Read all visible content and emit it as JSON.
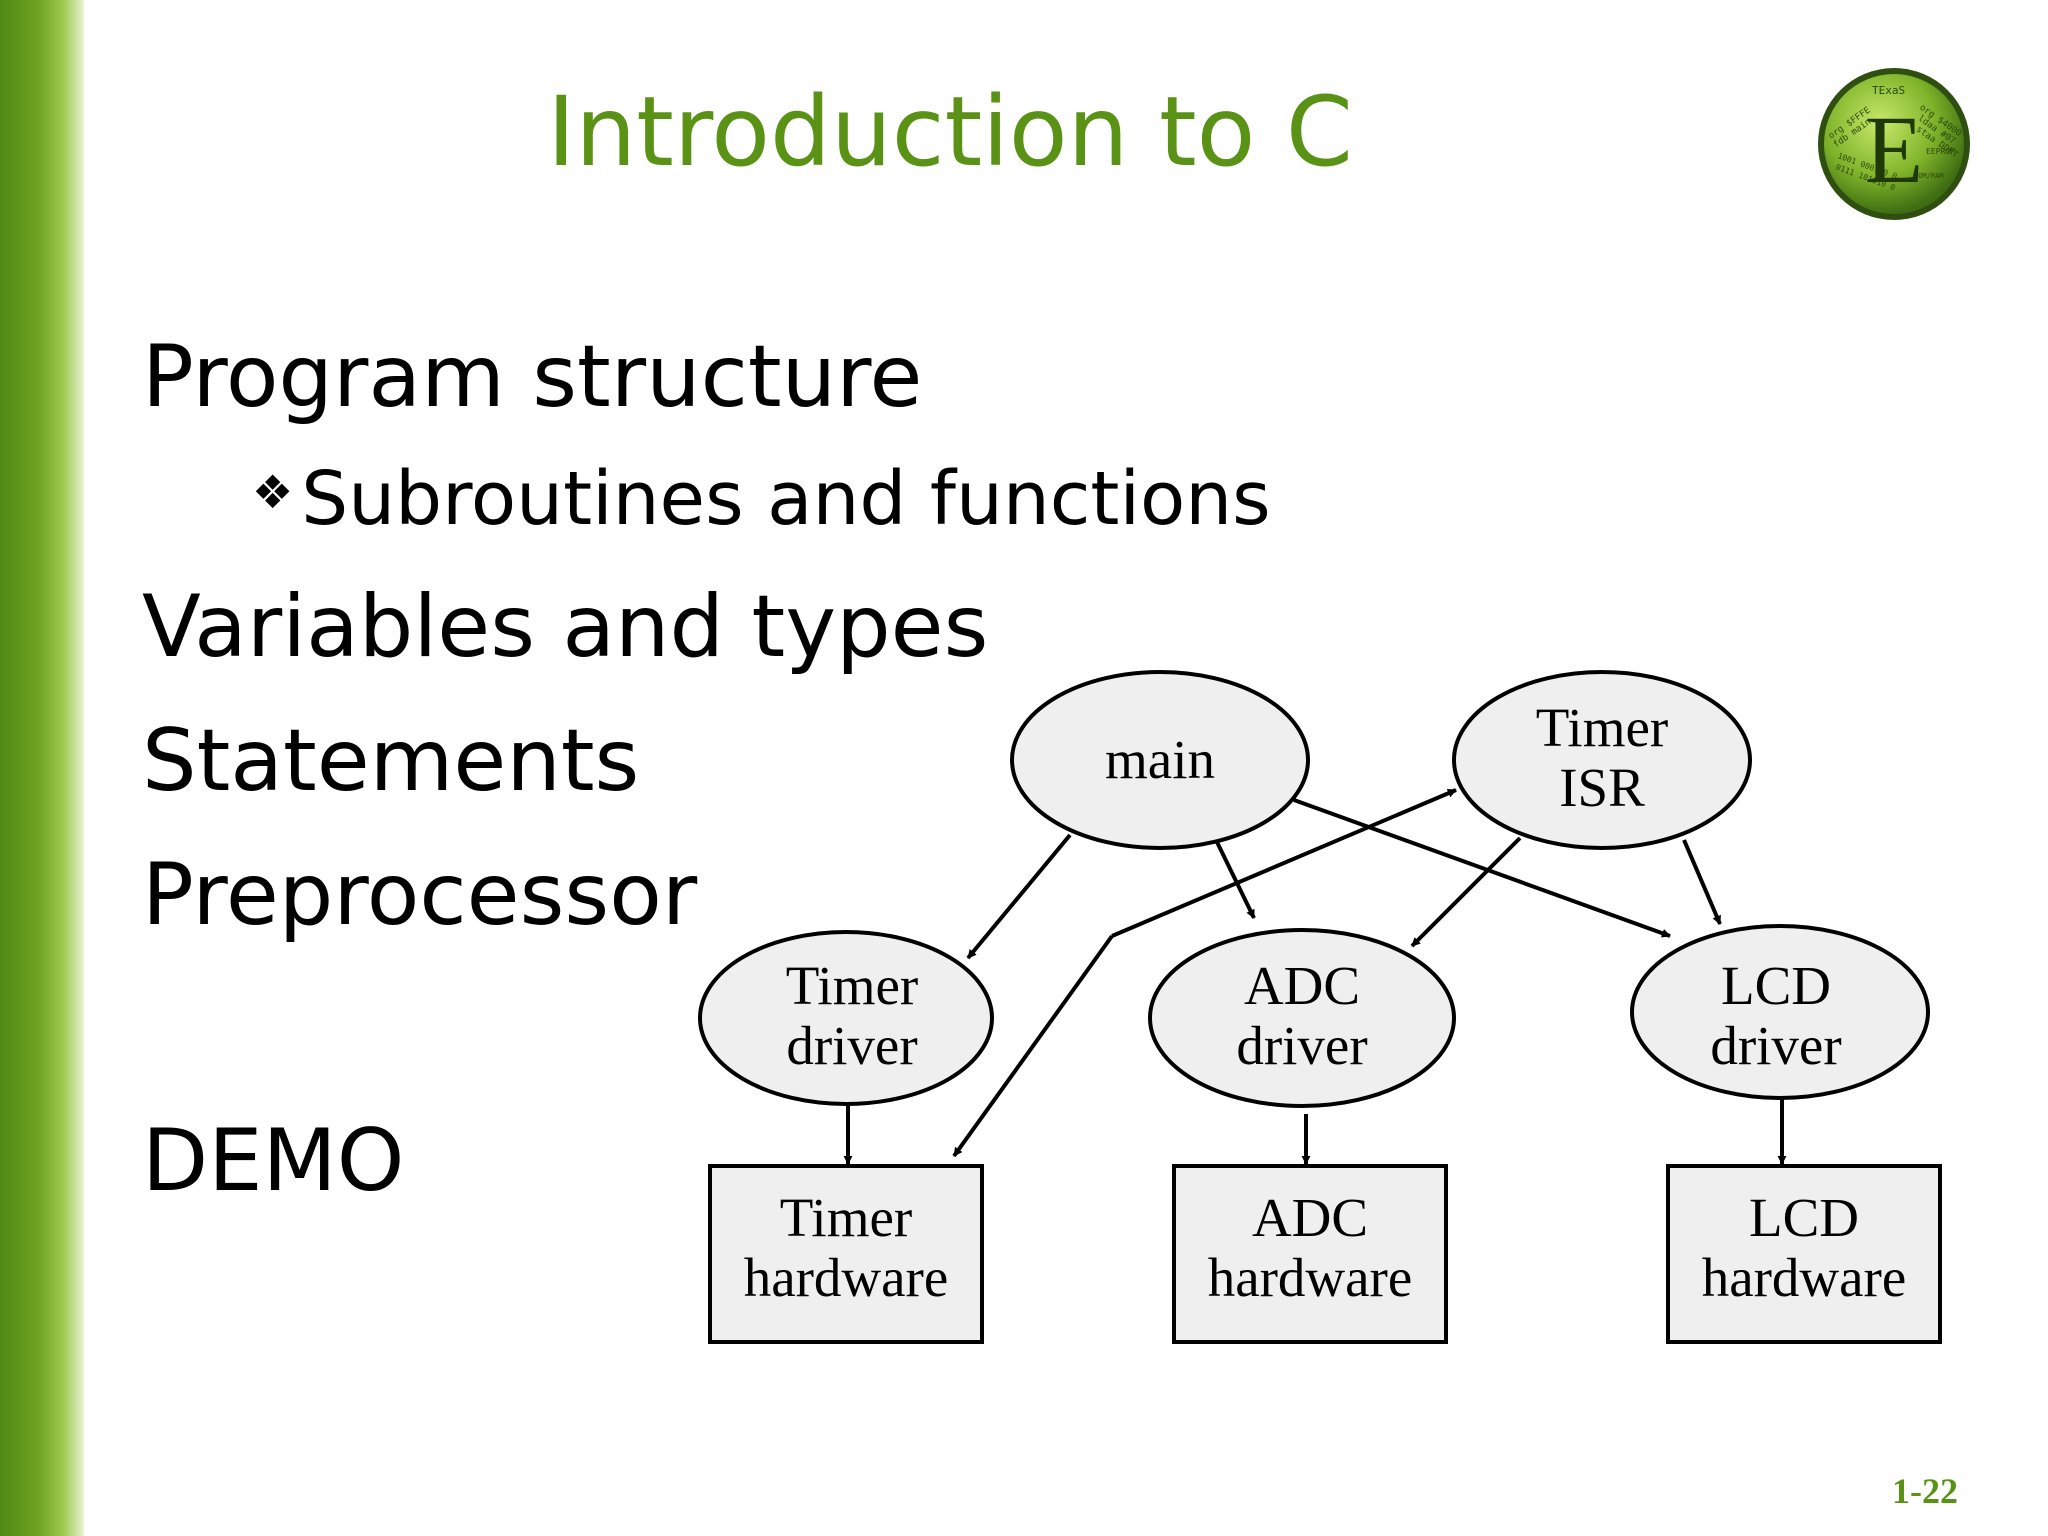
{
  "slide": {
    "title": "Introduction to C",
    "page_number": "1-22"
  },
  "logo": {
    "letter": "E",
    "lines": [
      "TExaS",
      "org $FFFE",
      "fdb main",
      "org $4000",
      "ldaa #07",
      "staa DDRT",
      "EEPROM",
      "ROM/RAM",
      "1001 000110 0",
      "0111 101010 0"
    ]
  },
  "bullets": [
    {
      "level": 1,
      "text": "Program structure"
    },
    {
      "level": 2,
      "text": "Subroutines and functions"
    },
    {
      "level": 1,
      "text": "Variables and types"
    },
    {
      "level": 1,
      "text": "Statements"
    },
    {
      "level": 1,
      "text": "Preprocessor"
    },
    {
      "level": 1,
      "text": "DEMO"
    }
  ],
  "bullet_marker": "❖",
  "diagram": {
    "nodes": [
      {
        "id": "main",
        "shape": "ellipse",
        "lines": [
          "main"
        ]
      },
      {
        "id": "timer_isr",
        "shape": "ellipse",
        "lines": [
          "Timer",
          "ISR"
        ]
      },
      {
        "id": "timer_driver",
        "shape": "ellipse",
        "lines": [
          "Timer",
          "driver"
        ]
      },
      {
        "id": "adc_driver",
        "shape": "ellipse",
        "lines": [
          "ADC",
          "driver"
        ]
      },
      {
        "id": "lcd_driver",
        "shape": "ellipse",
        "lines": [
          "LCD",
          "driver"
        ]
      },
      {
        "id": "timer_hw",
        "shape": "box",
        "lines": [
          "Timer",
          "hardware"
        ]
      },
      {
        "id": "adc_hw",
        "shape": "box",
        "lines": [
          "ADC",
          "hardware"
        ]
      },
      {
        "id": "lcd_hw",
        "shape": "box",
        "lines": [
          "LCD",
          "hardware"
        ]
      }
    ],
    "edges": [
      {
        "from": "main",
        "to": "timer_driver"
      },
      {
        "from": "main",
        "to": "adc_driver"
      },
      {
        "from": "main",
        "to": "lcd_driver"
      },
      {
        "from": "timer_isr",
        "to": "adc_driver"
      },
      {
        "from": "timer_isr",
        "to": "lcd_driver"
      },
      {
        "from": "timer_hw",
        "to": "timer_isr"
      },
      {
        "from": "timer_driver",
        "to": "timer_hw"
      },
      {
        "from": "adc_driver",
        "to": "adc_hw"
      },
      {
        "from": "lcd_driver",
        "to": "lcd_hw"
      }
    ],
    "fill_color": "#efefef",
    "stroke_color": "#000000"
  },
  "colors": {
    "accent": "#5a9216",
    "logo_green": "#7fb42a"
  }
}
